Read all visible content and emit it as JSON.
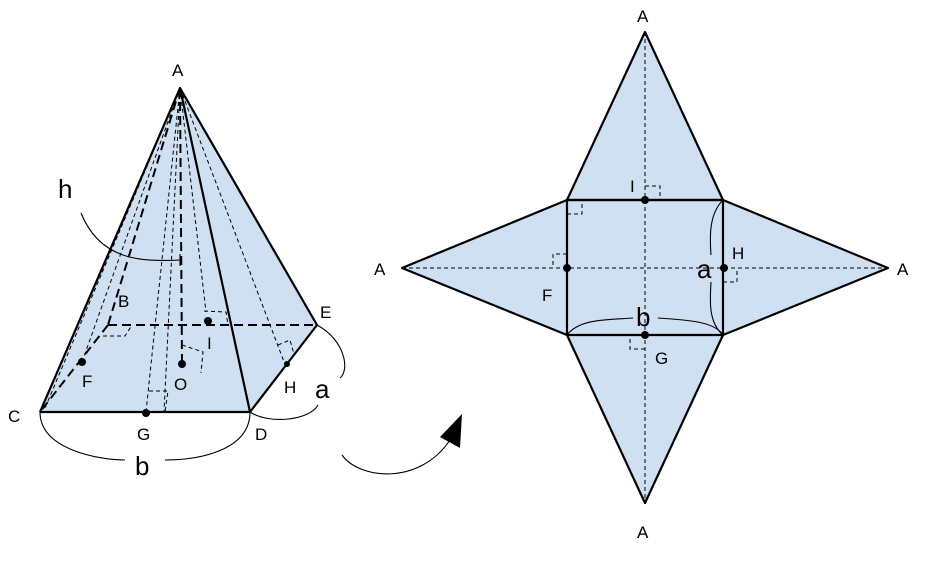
{
  "pyramid": {
    "vertices": {
      "apex": "A",
      "B": "B",
      "C": "C",
      "D": "D",
      "E": "E"
    },
    "points": {
      "F": "F",
      "G": "G",
      "H": "H",
      "I": "I",
      "O": "O"
    },
    "dimensions": {
      "height": "h",
      "side_a": "a",
      "side_b": "b"
    }
  },
  "net": {
    "apex_top": "A",
    "apex_bottom": "A",
    "apex_left": "A",
    "apex_right": "A",
    "points": {
      "F": "F",
      "G": "G",
      "H": "H",
      "I": "I"
    },
    "dimensions": {
      "side_a": "a",
      "side_b": "b"
    }
  },
  "colors": {
    "face": "#cfe0f2",
    "line": "#000000"
  }
}
